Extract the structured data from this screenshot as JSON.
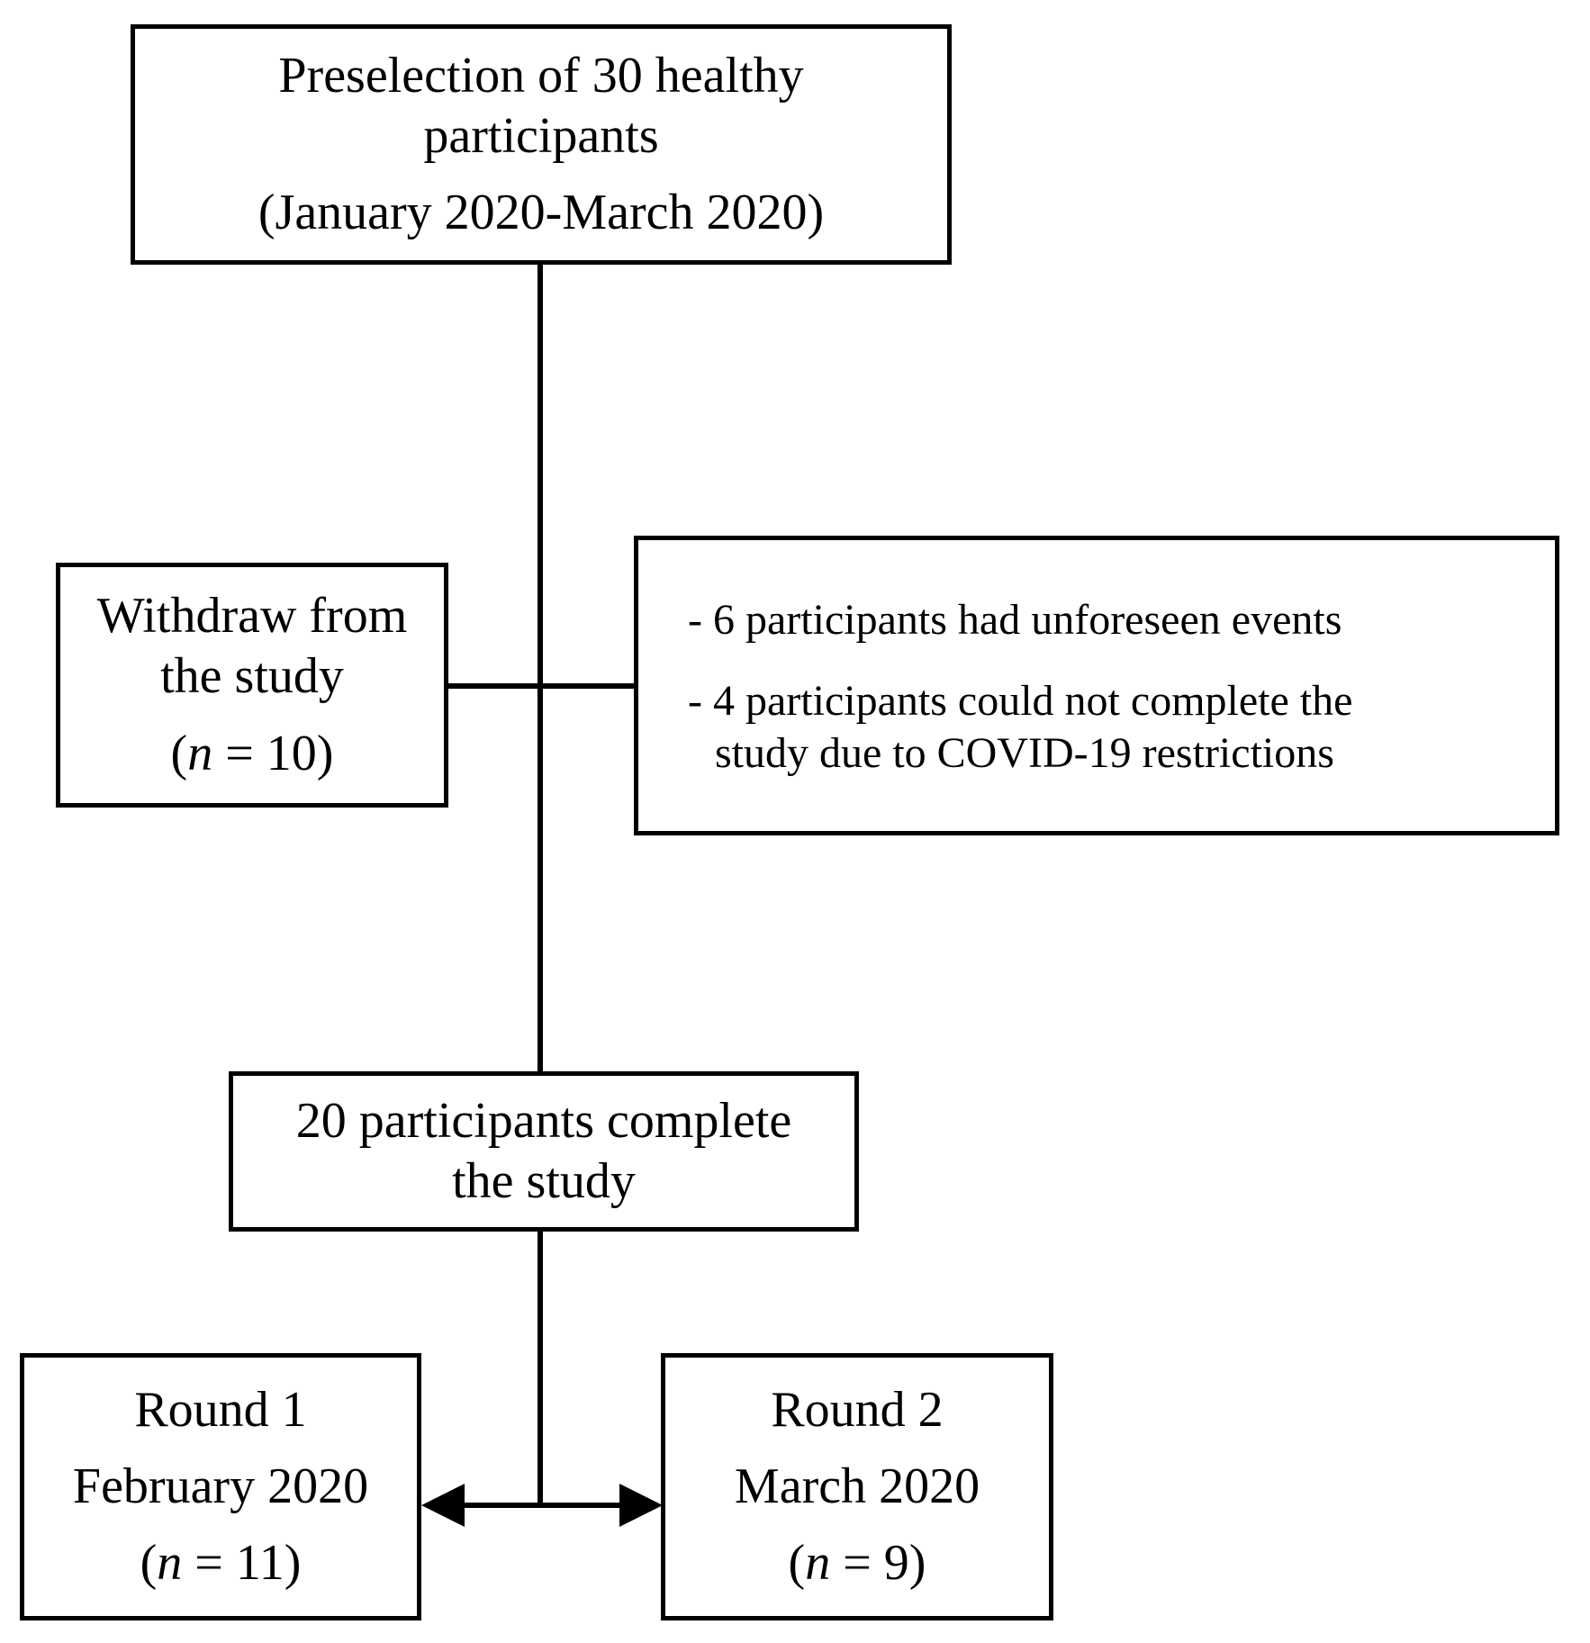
{
  "flowchart": {
    "preselection": {
      "line1": "Preselection of 30 healthy",
      "line2": "participants",
      "line3": "(January 2020-March 2020)"
    },
    "withdraw": {
      "line1": "Withdraw from",
      "line2": "the study",
      "n_open": "(",
      "n_var": "n",
      "n_rest": " = 10)"
    },
    "reasons": {
      "item1": "- 6 participants had unforeseen events",
      "item2_line1": "- 4 participants could not complete the",
      "item2_line2": "study due to COVID-19 restrictions"
    },
    "completed": {
      "line1": "20 participants complete",
      "line2": "the study"
    },
    "round1": {
      "line1": "Round 1",
      "line2": "February 2020",
      "n_open": "(",
      "n_var": "n",
      "n_rest": " = 11)"
    },
    "round2": {
      "line1": "Round 2",
      "line2": "March 2020",
      "n_open": "(",
      "n_var": "n",
      "n_rest": " = 9)"
    }
  }
}
